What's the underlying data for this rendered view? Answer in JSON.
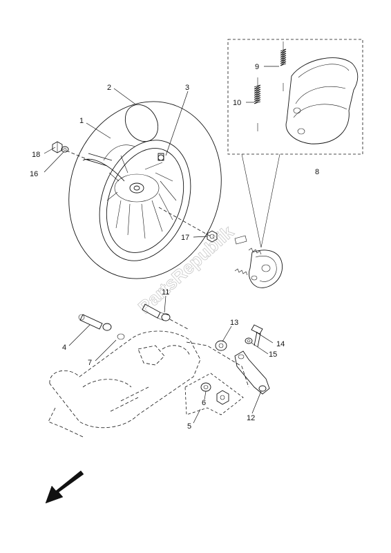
{
  "parts": [
    {
      "id": "p1",
      "label": "1"
    },
    {
      "id": "p2",
      "label": "2"
    },
    {
      "id": "p3",
      "label": "3"
    },
    {
      "id": "p4",
      "label": "4"
    },
    {
      "id": "p5",
      "label": "5"
    },
    {
      "id": "p6",
      "label": "6"
    },
    {
      "id": "p7",
      "label": "7"
    },
    {
      "id": "p8",
      "label": "8"
    },
    {
      "id": "p9",
      "label": "9"
    },
    {
      "id": "p10",
      "label": "10"
    },
    {
      "id": "p11",
      "label": "11"
    },
    {
      "id": "p12",
      "label": "12"
    },
    {
      "id": "p13",
      "label": "13"
    },
    {
      "id": "p14",
      "label": "14"
    },
    {
      "id": "p15",
      "label": "15"
    },
    {
      "id": "p16",
      "label": "16"
    },
    {
      "id": "p17",
      "label": "17"
    },
    {
      "id": "p18",
      "label": "18"
    }
  ],
  "watermark": "PartsRepublik",
  "colors": {
    "line": "#111111",
    "watermark": "#c8c8c8",
    "background": "#ffffff"
  },
  "icons": {
    "direction": "front-direction-arrow-icon"
  }
}
